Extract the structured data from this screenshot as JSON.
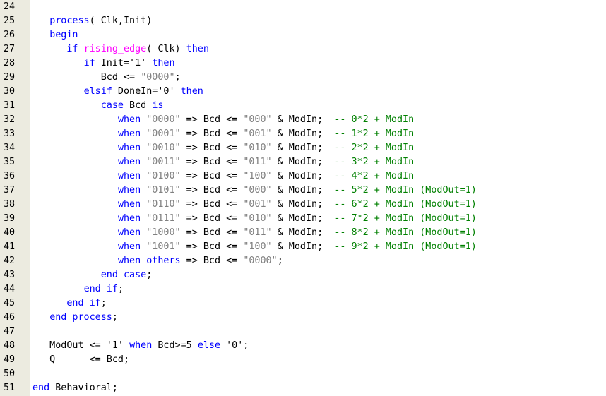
{
  "editor": {
    "lines": [
      {
        "num": "24",
        "tokens": []
      },
      {
        "num": "25",
        "tokens": [
          {
            "t": "   "
          },
          {
            "t": "process",
            "c": "kw"
          },
          {
            "t": "( Clk,Init)"
          }
        ]
      },
      {
        "num": "26",
        "tokens": [
          {
            "t": "   "
          },
          {
            "t": "begin",
            "c": "kw"
          }
        ]
      },
      {
        "num": "27",
        "tokens": [
          {
            "t": "      "
          },
          {
            "t": "if",
            "c": "kw"
          },
          {
            "t": " "
          },
          {
            "t": "rising_edge",
            "c": "fn"
          },
          {
            "t": "( Clk) "
          },
          {
            "t": "then",
            "c": "kw"
          }
        ]
      },
      {
        "num": "28",
        "tokens": [
          {
            "t": "         "
          },
          {
            "t": "if",
            "c": "kw"
          },
          {
            "t": " Init='1' "
          },
          {
            "t": "then",
            "c": "kw"
          }
        ]
      },
      {
        "num": "29",
        "tokens": [
          {
            "t": "            Bcd <= "
          },
          {
            "t": "\"0000\"",
            "c": "str"
          },
          {
            "t": ";"
          }
        ]
      },
      {
        "num": "30",
        "tokens": [
          {
            "t": "         "
          },
          {
            "t": "elsif",
            "c": "kw"
          },
          {
            "t": " DoneIn='0' "
          },
          {
            "t": "then",
            "c": "kw"
          }
        ]
      },
      {
        "num": "31",
        "tokens": [
          {
            "t": "            "
          },
          {
            "t": "case",
            "c": "kw"
          },
          {
            "t": " Bcd "
          },
          {
            "t": "is",
            "c": "kw"
          }
        ]
      },
      {
        "num": "32",
        "tokens": [
          {
            "t": "               "
          },
          {
            "t": "when",
            "c": "kw"
          },
          {
            "t": " "
          },
          {
            "t": "\"0000\"",
            "c": "str"
          },
          {
            "t": " => Bcd <= "
          },
          {
            "t": "\"000\"",
            "c": "str"
          },
          {
            "t": " & ModIn;  "
          },
          {
            "t": "-- 0*2 + ModIn",
            "c": "cm"
          }
        ]
      },
      {
        "num": "33",
        "tokens": [
          {
            "t": "               "
          },
          {
            "t": "when",
            "c": "kw"
          },
          {
            "t": " "
          },
          {
            "t": "\"0001\"",
            "c": "str"
          },
          {
            "t": " => Bcd <= "
          },
          {
            "t": "\"001\"",
            "c": "str"
          },
          {
            "t": " & ModIn;  "
          },
          {
            "t": "-- 1*2 + ModIn",
            "c": "cm"
          }
        ]
      },
      {
        "num": "34",
        "tokens": [
          {
            "t": "               "
          },
          {
            "t": "when",
            "c": "kw"
          },
          {
            "t": " "
          },
          {
            "t": "\"0010\"",
            "c": "str"
          },
          {
            "t": " => Bcd <= "
          },
          {
            "t": "\"010\"",
            "c": "str"
          },
          {
            "t": " & ModIn;  "
          },
          {
            "t": "-- 2*2 + ModIn",
            "c": "cm"
          }
        ]
      },
      {
        "num": "35",
        "tokens": [
          {
            "t": "               "
          },
          {
            "t": "when",
            "c": "kw"
          },
          {
            "t": " "
          },
          {
            "t": "\"0011\"",
            "c": "str"
          },
          {
            "t": " => Bcd <= "
          },
          {
            "t": "\"011\"",
            "c": "str"
          },
          {
            "t": " & ModIn;  "
          },
          {
            "t": "-- 3*2 + ModIn",
            "c": "cm"
          }
        ]
      },
      {
        "num": "36",
        "tokens": [
          {
            "t": "               "
          },
          {
            "t": "when",
            "c": "kw"
          },
          {
            "t": " "
          },
          {
            "t": "\"0100\"",
            "c": "str"
          },
          {
            "t": " => Bcd <= "
          },
          {
            "t": "\"100\"",
            "c": "str"
          },
          {
            "t": " & ModIn;  "
          },
          {
            "t": "-- 4*2 + ModIn",
            "c": "cm"
          }
        ]
      },
      {
        "num": "37",
        "tokens": [
          {
            "t": "               "
          },
          {
            "t": "when",
            "c": "kw"
          },
          {
            "t": " "
          },
          {
            "t": "\"0101\"",
            "c": "str"
          },
          {
            "t": " => Bcd <= "
          },
          {
            "t": "\"000\"",
            "c": "str"
          },
          {
            "t": " & ModIn;  "
          },
          {
            "t": "-- 5*2 + ModIn (ModOut=1)",
            "c": "cm"
          }
        ]
      },
      {
        "num": "38",
        "tokens": [
          {
            "t": "               "
          },
          {
            "t": "when",
            "c": "kw"
          },
          {
            "t": " "
          },
          {
            "t": "\"0110\"",
            "c": "str"
          },
          {
            "t": " => Bcd <= "
          },
          {
            "t": "\"001\"",
            "c": "str"
          },
          {
            "t": " & ModIn;  "
          },
          {
            "t": "-- 6*2 + ModIn (ModOut=1)",
            "c": "cm"
          }
        ]
      },
      {
        "num": "39",
        "tokens": [
          {
            "t": "               "
          },
          {
            "t": "when",
            "c": "kw"
          },
          {
            "t": " "
          },
          {
            "t": "\"0111\"",
            "c": "str"
          },
          {
            "t": " => Bcd <= "
          },
          {
            "t": "\"010\"",
            "c": "str"
          },
          {
            "t": " & ModIn;  "
          },
          {
            "t": "-- 7*2 + ModIn (ModOut=1)",
            "c": "cm"
          }
        ]
      },
      {
        "num": "40",
        "tokens": [
          {
            "t": "               "
          },
          {
            "t": "when",
            "c": "kw"
          },
          {
            "t": " "
          },
          {
            "t": "\"1000\"",
            "c": "str"
          },
          {
            "t": " => Bcd <= "
          },
          {
            "t": "\"011\"",
            "c": "str"
          },
          {
            "t": " & ModIn;  "
          },
          {
            "t": "-- 8*2 + ModIn (ModOut=1)",
            "c": "cm"
          }
        ]
      },
      {
        "num": "41",
        "tokens": [
          {
            "t": "               "
          },
          {
            "t": "when",
            "c": "kw"
          },
          {
            "t": " "
          },
          {
            "t": "\"1001\"",
            "c": "str"
          },
          {
            "t": " => Bcd <= "
          },
          {
            "t": "\"100\"",
            "c": "str"
          },
          {
            "t": " & ModIn;  "
          },
          {
            "t": "-- 9*2 + ModIn (ModOut=1)",
            "c": "cm"
          }
        ]
      },
      {
        "num": "42",
        "tokens": [
          {
            "t": "               "
          },
          {
            "t": "when",
            "c": "kw"
          },
          {
            "t": " "
          },
          {
            "t": "others",
            "c": "kw"
          },
          {
            "t": " => Bcd <= "
          },
          {
            "t": "\"0000\"",
            "c": "str"
          },
          {
            "t": ";"
          }
        ]
      },
      {
        "num": "43",
        "tokens": [
          {
            "t": "            "
          },
          {
            "t": "end case",
            "c": "kw"
          },
          {
            "t": ";"
          }
        ]
      },
      {
        "num": "44",
        "tokens": [
          {
            "t": "         "
          },
          {
            "t": "end if",
            "c": "kw"
          },
          {
            "t": ";"
          }
        ]
      },
      {
        "num": "45",
        "tokens": [
          {
            "t": "      "
          },
          {
            "t": "end if",
            "c": "kw"
          },
          {
            "t": ";"
          }
        ]
      },
      {
        "num": "46",
        "tokens": [
          {
            "t": "   "
          },
          {
            "t": "end process",
            "c": "kw"
          },
          {
            "t": ";"
          }
        ]
      },
      {
        "num": "47",
        "tokens": []
      },
      {
        "num": "48",
        "tokens": [
          {
            "t": "   ModOut <= '1' "
          },
          {
            "t": "when",
            "c": "kw"
          },
          {
            "t": " Bcd>=5 "
          },
          {
            "t": "else",
            "c": "kw"
          },
          {
            "t": " '0';"
          }
        ]
      },
      {
        "num": "49",
        "tokens": [
          {
            "t": "   Q      <= Bcd;"
          }
        ]
      },
      {
        "num": "50",
        "tokens": []
      },
      {
        "num": "51",
        "tokens": [
          {
            "t": ""
          },
          {
            "t": "end",
            "c": "kw"
          },
          {
            "t": " Behavioral;"
          }
        ]
      }
    ]
  },
  "colors": {
    "keyword": "#0000ff",
    "function": "#ff00ff",
    "string": "#808080",
    "comment": "#008000",
    "gutter": "#ecebe0"
  }
}
